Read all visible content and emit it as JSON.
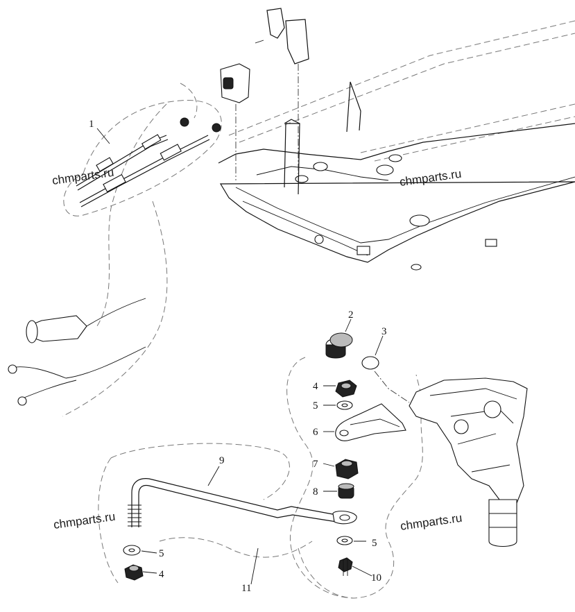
{
  "watermark": "chmparts.ru",
  "callouts": [
    "1",
    "2",
    "3",
    "4",
    "5",
    "6",
    "7",
    "8",
    "9",
    "5",
    "4",
    "5",
    "10",
    "11"
  ]
}
